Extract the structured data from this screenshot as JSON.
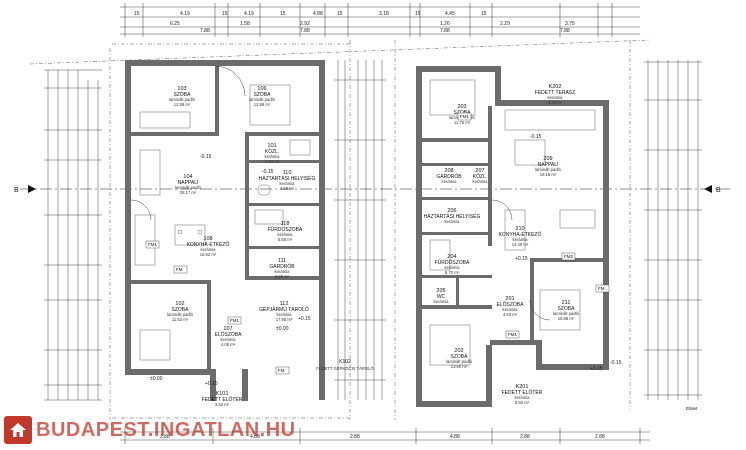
{
  "top_dims": {
    "row1": [
      "15",
      "4.19",
      "15",
      "4.19",
      "15",
      "4.88",
      "15",
      "3.18",
      "15",
      "4.45",
      "15"
    ],
    "row2": [
      "6.25",
      "1.58",
      "2.92",
      "1.26",
      "2.29",
      "3.75"
    ],
    "row3": [
      "7.88",
      "7.88",
      "7.88",
      "7.88"
    ]
  },
  "section_marks": {
    "left": "B",
    "right": "B"
  },
  "left_unit": {
    "rooms": [
      {
        "num": "103",
        "name": "SZOBA",
        "sub": "laminált padló",
        "area": "12.58 m²"
      },
      {
        "num": "106",
        "name": "SZOBA",
        "sub": "laminált padló",
        "area": "12.88 m²"
      },
      {
        "num": "101",
        "name": "KÖZL.",
        "sub": "kerámia",
        "area": "2.54 m²"
      },
      {
        "num": "104",
        "name": "NAPPALI",
        "sub": "laminált padló",
        "area": "26.17 m²"
      },
      {
        "num": "110",
        "name": "HÁZTARTÁSI HELYISÉG",
        "sub": "kerámia",
        "area": "4.68 m²"
      },
      {
        "num": "118",
        "name": "FÜRDŐSZOBA",
        "sub": "kerámia",
        "area": "5.58 m²"
      },
      {
        "num": "108",
        "name": "KONYHA-ÉTKEZŐ",
        "sub": "kerámia",
        "area": "18.92 m²"
      },
      {
        "num": "111",
        "name": "GARDRÓB",
        "sub": "kerámia",
        "area": "2.25 m²"
      },
      {
        "num": "112",
        "name": "GÉPJÁRMŰ TÁROLÓ",
        "sub": "kerámia",
        "area": "17.95 m²"
      },
      {
        "num": "102",
        "name": "SZOBA",
        "sub": "laminált padló",
        "area": "11.52 m²"
      },
      {
        "num": "107",
        "name": "ELŐSZOBA",
        "sub": "kerámia",
        "area": "4.08 m²"
      },
      {
        "num": "K101",
        "name": "FEDETT ELŐTÉR",
        "sub": "",
        "area": "3.52 m²"
      }
    ],
    "levels": [
      "±0.00",
      "-0.15",
      "-0.15",
      "+0.15",
      "+0.15",
      "±0.00"
    ]
  },
  "right_unit": {
    "rooms": [
      {
        "num": "203",
        "name": "SZOBA",
        "sub": "laminált padló",
        "area": "11.76 m²"
      },
      {
        "num": "K202",
        "name": "FEDETT TERASZ",
        "sub": "kerámia",
        "area": "9.20 m²"
      },
      {
        "num": "209",
        "name": "NAPPALI",
        "sub": "laminált padló",
        "area": "19.18 m²"
      },
      {
        "num": "208",
        "name": "GARDRÓB",
        "sub": "kerámia",
        "area": ""
      },
      {
        "num": "207",
        "name": "KÖZL.",
        "sub": "kerámia",
        "area": ""
      },
      {
        "num": "206",
        "name": "HÁZTARTÁSI HELYISÉG",
        "sub": "kerámia",
        "area": ""
      },
      {
        "num": "210",
        "name": "KONYHA-ÉTKEZŐ",
        "sub": "kerámia",
        "area": "14.40 m²"
      },
      {
        "num": "204",
        "name": "FÜRDŐSZOBA",
        "sub": "kerámia",
        "area": "5.70 m²"
      },
      {
        "num": "205",
        "name": "WC",
        "sub": "kerámia",
        "area": ""
      },
      {
        "num": "201",
        "name": "ELŐSZOBA",
        "sub": "kerámia",
        "area": "4.63 m²"
      },
      {
        "num": "211",
        "name": "SZOBA",
        "sub": "laminált padló",
        "area": "16.88 m²"
      },
      {
        "num": "202",
        "name": "SZOBA",
        "sub": "laminált padló",
        "area": "13.60 m²"
      },
      {
        "num": "K201",
        "name": "FEDETT ELŐTÉR",
        "sub": "kerámia",
        "area": "5.60 m²"
      }
    ],
    "levels": [
      "-0.15",
      "+0.15",
      "-0.15",
      "+0.15"
    ]
  },
  "between_label": {
    "num": "K102",
    "name": "FEDETT GÉPKOCSI TÁROLÓ"
  },
  "bottom_dims": [
    "2.88",
    "4.88",
    "2.88",
    "4.88",
    "2.88",
    "2.88"
  ],
  "tags": [
    "FM",
    "FM1",
    "FM1",
    "FM",
    "FM1",
    "FM2",
    "FM1",
    "FM"
  ],
  "corner_label": "Elület",
  "watermark": {
    "text": "BUDAPEST.INGATLAN.HU"
  },
  "colors": {
    "wall": "#6b6b6b",
    "watermark": "#c0392b",
    "lines": "#444444"
  }
}
